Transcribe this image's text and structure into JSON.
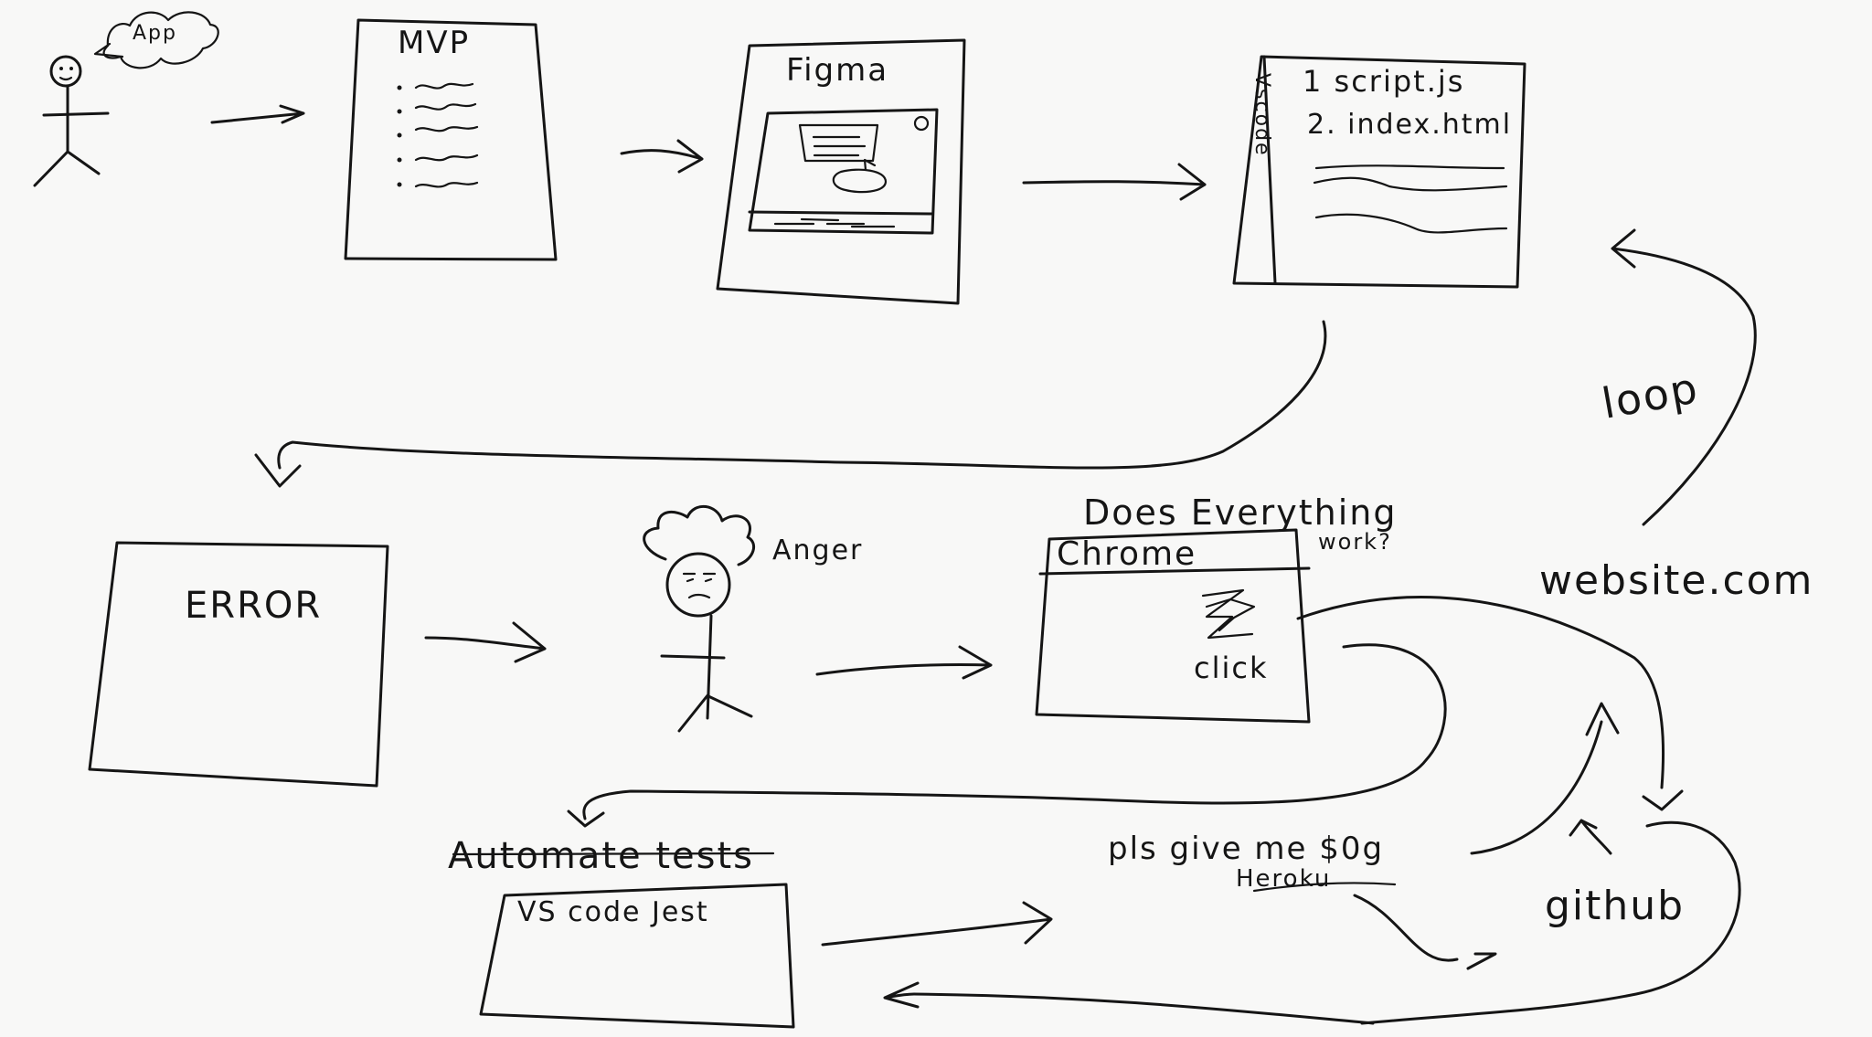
{
  "labels": {
    "app": "App",
    "mvp": "MVP",
    "figma": "Figma",
    "code_side": "Vscode",
    "file1": "1 script.js",
    "file2": "2. index.html",
    "loop": "loop",
    "website": "website.com",
    "error": "ERROR",
    "anger": "Anger",
    "does_everything_work": "Does Everything",
    "work": "work?",
    "chrome": "Chrome",
    "click": "click",
    "automate_tests": "Automate tests",
    "vscode_jest": "VS code Jest",
    "pls_give_me": "pls give me $0g",
    "heroku": "Heroku",
    "github": "github"
  },
  "colors": {
    "ink": "#151515",
    "paper": "#f8f8f7"
  }
}
